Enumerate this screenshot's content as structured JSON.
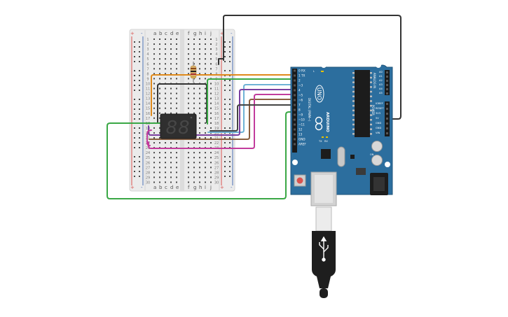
{
  "breadboard": {
    "column_letters_left": [
      "a",
      "b",
      "c",
      "d",
      "e"
    ],
    "column_letters_right": [
      "f",
      "g",
      "h",
      "i",
      "j"
    ],
    "rail_plus": "+",
    "rail_minus": "-",
    "row_numbers": [
      "1",
      "2",
      "3",
      "4",
      "5",
      "6",
      "7",
      "8",
      "9",
      "10",
      "11",
      "12",
      "13",
      "14",
      "15",
      "16",
      "17",
      "18",
      "19",
      "20",
      "21",
      "22",
      "23",
      "24",
      "25",
      "26",
      "27",
      "28",
      "29",
      "30"
    ]
  },
  "arduino": {
    "board_name": "UNO",
    "brand": "ARDUINO",
    "digital_header_label": "DIGITAL (PWM~)",
    "analog_header_label": "ANALOG IN",
    "power_header_label": "POWER",
    "digital_pins": [
      "0 RX",
      "1 TX",
      "2",
      "~3",
      "4",
      "~5",
      "~6",
      "7",
      "8",
      "~9",
      "~10",
      "~11",
      "12",
      "13",
      "GND",
      "AREF"
    ],
    "analog_pins": [
      "A0",
      "A1",
      "A2",
      "A3",
      "A4",
      "A5"
    ],
    "power_pins": [
      "IOREF",
      "RESET",
      "3V3",
      "5V",
      "GND",
      "GND",
      "VIN"
    ],
    "led_labels": [
      "L",
      "TX",
      "RX",
      "ON"
    ]
  },
  "display": {
    "digits": "88"
  },
  "colors": {
    "board_blue": "#2c6e9e",
    "board_dark": "#1f5479",
    "wire_orange": "#e08a1c",
    "wire_green": "#3aa845",
    "wire_blue": "#6fb3d6",
    "wire_purple": "#7a3fa0",
    "wire_magenta": "#c23c9c",
    "wire_brown": "#8a6040",
    "wire_black": "#333333",
    "breadboard": "#ededed",
    "rail_red": "#d9534f",
    "rail_blue": "#4a6fb3"
  }
}
